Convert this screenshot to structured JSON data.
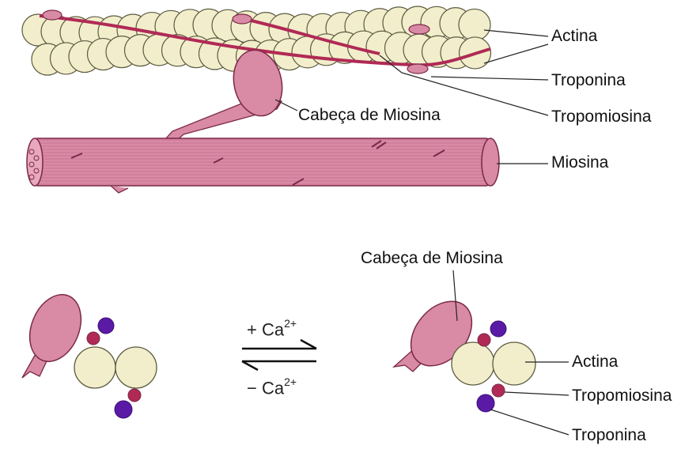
{
  "colors": {
    "actin_fill": "#f2eecc",
    "actin_stroke": "#5c5a40",
    "myosin_fill": "#d98aa4",
    "myosin_stroke": "#7a2847",
    "tropomyosin": "#b02a55",
    "troponin_small": "#b02a55",
    "troponin_purple": "#5b1aa6",
    "line": "#222222"
  },
  "top_diagram": {
    "labels": {
      "actina": "Actina",
      "troponina": "Troponina",
      "tropomiosina": "Tropomiosina",
      "cabeca_miosina": "Cabeça de Miosina",
      "miosina": "Miosina"
    }
  },
  "bottom_diagram": {
    "equilibrium": {
      "forward_sign": "+ Ca",
      "forward_charge": "2+",
      "reverse_sign": "− Ca",
      "reverse_charge": "2+"
    },
    "labels": {
      "cabeca_miosina": "Cabeça de Miosina",
      "actina": "Actina",
      "tropomiosina": "Tropomiosina",
      "troponina": "Troponina"
    }
  }
}
